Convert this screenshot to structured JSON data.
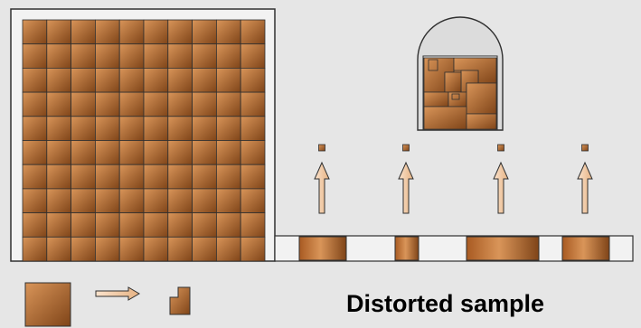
{
  "caption": "Distorted sample",
  "grid": {
    "rows": 10,
    "cols": 10
  },
  "strip": {
    "pieces": 4,
    "arrows": 4
  },
  "colors": {
    "background": "#e6e6e6",
    "panel": "#f2f2f2",
    "outline": "#303030",
    "tile_light": "#d99559",
    "tile_dark": "#7f4418",
    "arrow_fill": "#f4cba3",
    "chamber_fill": "#ffffff"
  }
}
